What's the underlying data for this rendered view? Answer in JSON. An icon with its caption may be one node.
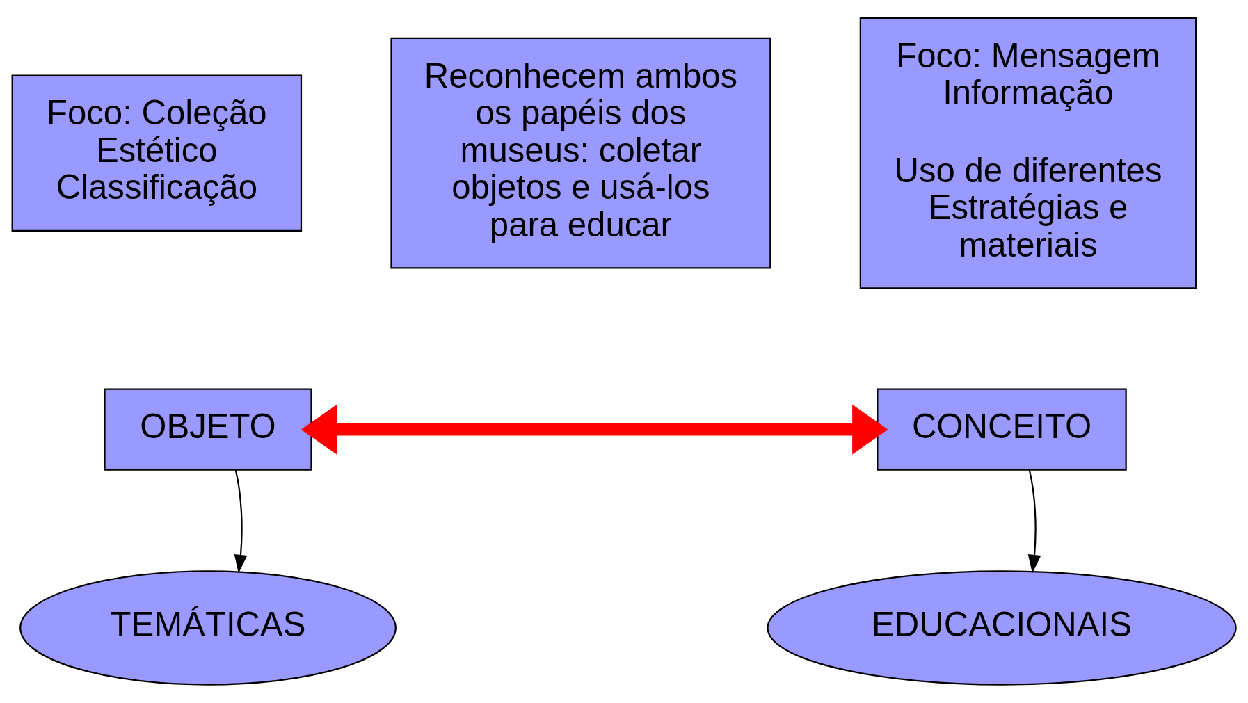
{
  "diagram": {
    "nodes": [
      {
        "text": [
          "Foco: Coleção Estético Classificação"
        ]
      },
      {
        "text": [
          "Reconhecem ambos os papéis dos museus: coletar objetos e usá-los para educar"
        ]
      },
      {
        "text": [
          "Foco: Mensagem Informação",
          "Uso de diferentes Estratégias e materiais"
        ]
      },
      {
        "text": [
          "OBJETO"
        ]
      },
      {
        "text": [
          "CONCEITO"
        ]
      },
      {
        "text": [
          "TEMÁTICAS"
        ]
      },
      {
        "text": [
          "EDUCACIONAIS"
        ]
      }
    ],
    "edges": [
      {
        "from": 3,
        "to": 4,
        "arrow": "both",
        "style": "thick",
        "color": "#ff0000"
      },
      {
        "from": 3,
        "to": 5,
        "arrow": "to"
      },
      {
        "from": 4,
        "to": 6,
        "arrow": "to"
      }
    ]
  }
}
